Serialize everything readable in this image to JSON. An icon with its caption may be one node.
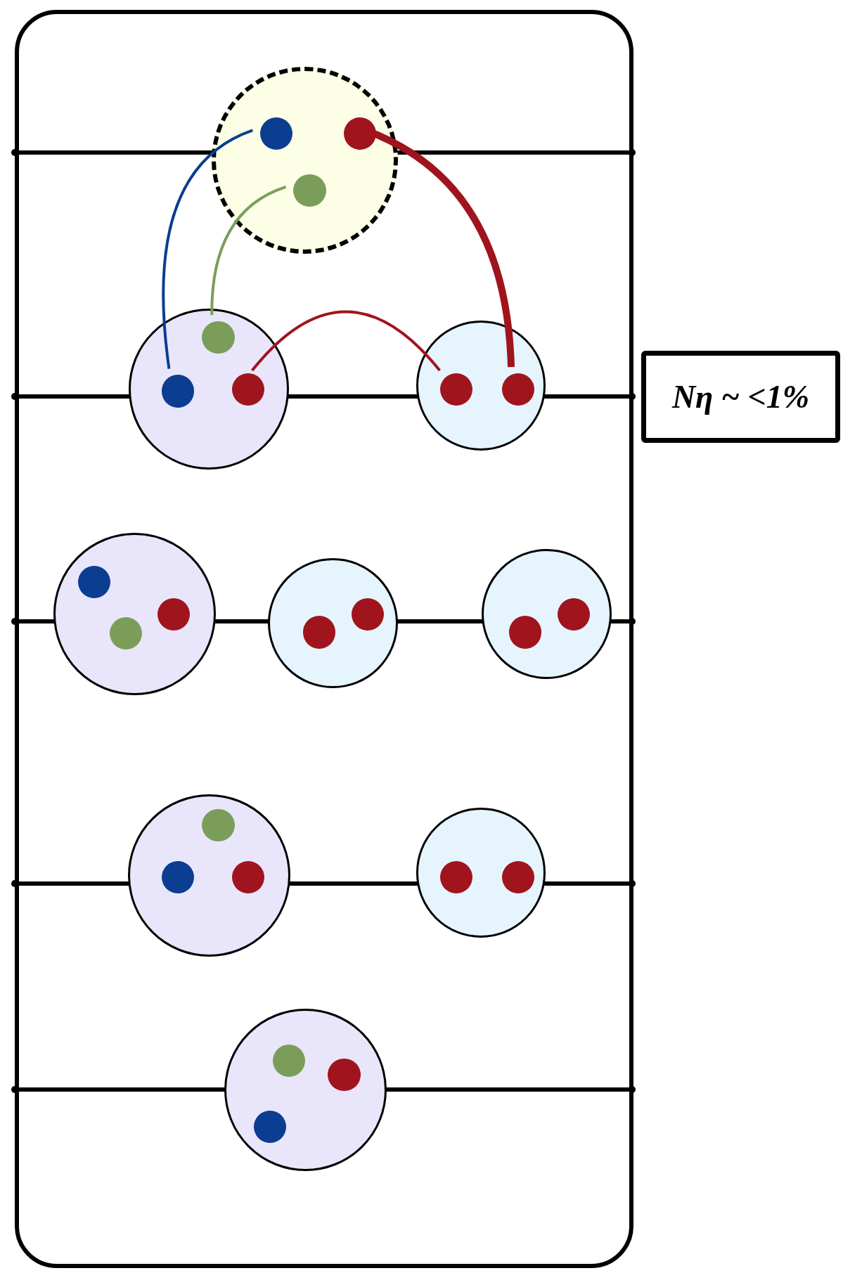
{
  "diagram": {
    "nodes": [
      {
        "text": [],
        "shape": "box"
      },
      {
        "text": [
          "Nη ~ <1%"
        ]
      },
      {
        "text": [],
        "shape": "circle",
        "in": 0
      },
      {
        "text": [],
        "shape": "circle",
        "in": 2
      },
      {
        "text": [],
        "shape": "circle",
        "in": 2
      },
      {
        "text": [],
        "shape": "circle",
        "in": 2
      },
      {
        "text": [],
        "shape": "circle",
        "in": 0
      },
      {
        "text": [],
        "shape": "circle",
        "in": 6
      },
      {
        "text": [],
        "shape": "circle",
        "in": 6
      },
      {
        "text": [],
        "shape": "circle",
        "in": 6
      },
      {
        "text": [],
        "shape": "circle",
        "in": 0
      },
      {
        "text": [],
        "shape": "circle",
        "in": 10
      },
      {
        "text": [],
        "shape": "circle",
        "in": 10
      },
      {
        "text": [],
        "shape": "circle",
        "in": 0
      },
      {
        "text": [],
        "shape": "circle",
        "in": 13
      },
      {
        "text": [],
        "shape": "circle",
        "in": 13
      },
      {
        "text": [],
        "shape": "circle",
        "in": 13
      },
      {
        "text": [],
        "shape": "circle",
        "in": 0
      },
      {
        "text": [],
        "shape": "circle",
        "in": 17
      },
      {
        "text": [],
        "shape": "circle",
        "in": 17
      },
      {
        "text": [],
        "shape": "circle",
        "in": 0
      },
      {
        "text": [],
        "shape": "circle",
        "in": 20
      },
      {
        "text": [],
        "shape": "circle",
        "in": 20
      },
      {
        "text": [],
        "shape": "circle",
        "in": 0
      },
      {
        "text": [],
        "shape": "circle",
        "in": 23
      },
      {
        "text": [],
        "shape": "circle",
        "in": 23
      },
      {
        "text": [],
        "shape": "circle",
        "in": 23
      },
      {
        "text": [],
        "shape": "circle",
        "in": 0
      },
      {
        "text": [],
        "shape": "circle",
        "in": 27
      },
      {
        "text": [],
        "shape": "circle",
        "in": 27
      },
      {
        "text": [],
        "shape": "circle",
        "in": 0
      },
      {
        "text": [],
        "shape": "circle",
        "in": 30
      },
      {
        "text": [],
        "shape": "circle",
        "in": 30
      },
      {
        "text": [],
        "shape": "circle",
        "in": 30
      }
    ],
    "edges": [
      {
        "from": 3,
        "to": 8,
        "arrow": "none",
        "color": "#0b3d91"
      },
      {
        "from": 5,
        "to": 7,
        "arrow": "none",
        "color": "#7a9e5a"
      },
      {
        "from": 4,
        "to": 12,
        "arrow": "none",
        "style": "thick",
        "color": "#a0141e"
      },
      {
        "from": 9,
        "to": 11,
        "arrow": "none",
        "color": "#a0141e"
      }
    ]
  }
}
